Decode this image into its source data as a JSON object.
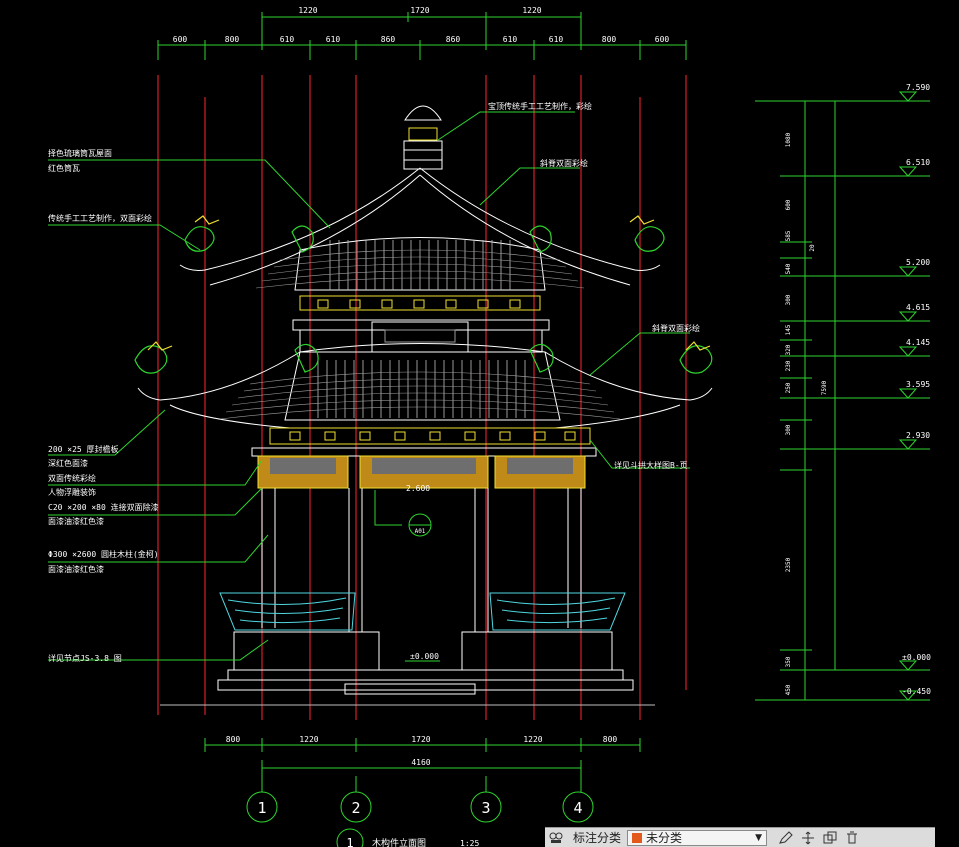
{
  "drawing": {
    "top_dims_row1": [
      "1220",
      "1720",
      "1220"
    ],
    "top_dims_row2": [
      "600",
      "800",
      "610",
      "610",
      "860",
      "860",
      "610",
      "610",
      "800",
      "600"
    ],
    "bottom_dims_row1": [
      "800",
      "1220",
      "1720",
      "1220",
      "800"
    ],
    "bottom_total": "4160",
    "grid_axes": [
      "1",
      "2",
      "3",
      "4"
    ],
    "annotations_left": [
      "择色琉璃筒瓦屋面",
      "红色筒瓦",
      "传统手工工艺制作，双面彩绘",
      "200 ×25 厚封檐板",
      "深红色面漆",
      "双面传统彩绘",
      "人物浮雕装饰",
      "C20 ×200 ×80 连接双面除漆",
      "面漆油漆红色漆",
      "Φ300 ×2600 圆柱木柱(金柯)",
      "面漆油漆红色漆",
      "详见节点JS-3.8  图"
    ],
    "annotations_right": [
      "宝顶传统手工工艺制作，彩绘",
      "斜脊双面彩绘",
      "斜脊双面彩绘",
      "详见斗拱大样图B-页"
    ],
    "detail_callout": "A01",
    "level_2600": "2.600",
    "level_000_center": "±0.000",
    "right_levels": [
      "7.590",
      "6.510",
      "5.200",
      "4.615",
      "4.145",
      "3.595",
      "2.930",
      "±0.000",
      "-0.450"
    ],
    "right_dims": [
      "1080",
      "600",
      "585",
      "540",
      "300",
      "145",
      "320",
      "230",
      "250",
      "300",
      "2350",
      "350",
      "450"
    ],
    "right_total": "7590",
    "right_mid_mark": "20",
    "title": "木构件立面图",
    "scale": "1:25",
    "title_num": "1"
  },
  "toolbar": {
    "label": "标注分类",
    "value": "未分类",
    "swatch_color": "#e25a1c"
  },
  "colors": {
    "bg": "#000000",
    "red": "#d41e28",
    "green": "#2ed42e",
    "white": "#ffffff",
    "yellow": "#f0e030",
    "cyan": "#4fd6e0",
    "ochre": "#c08a18",
    "grey": "#6e6e6e"
  }
}
